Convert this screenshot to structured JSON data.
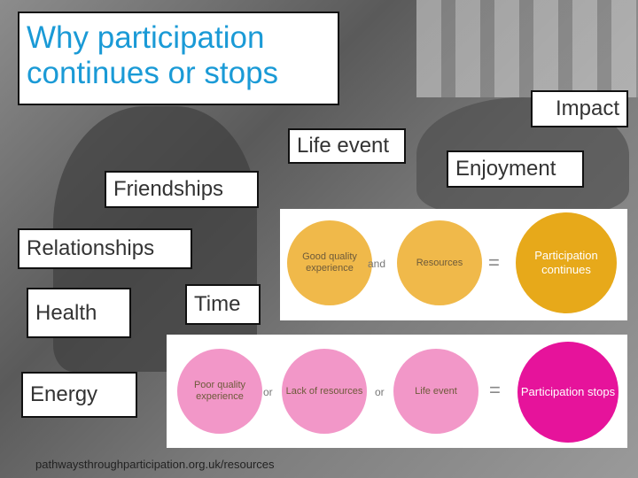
{
  "title": "Why participation continues or stops",
  "labels": {
    "impact": "Impact",
    "life_event": "Life event",
    "enjoyment": "Enjoyment",
    "friendships": "Friendships",
    "relationships": "Relationships",
    "health": "Health",
    "time": "Time",
    "energy": "Energy"
  },
  "diagram_continue": {
    "c1": "Good quality experience",
    "op1": "and",
    "c2": "Resources",
    "eq": "=",
    "result": "Participation continues",
    "color": "#f0b94a",
    "result_color": "#e7a91a"
  },
  "diagram_stop": {
    "c1": "Poor quality experience",
    "op1": "or",
    "c2": "Lack of resources",
    "op2": "or",
    "c3": "Life event",
    "eq": "=",
    "result": "Participation stops",
    "color": "#f297c8",
    "result_color": "#e6139b"
  },
  "url": "pathwaysthroughparticipation.org.uk/resources"
}
